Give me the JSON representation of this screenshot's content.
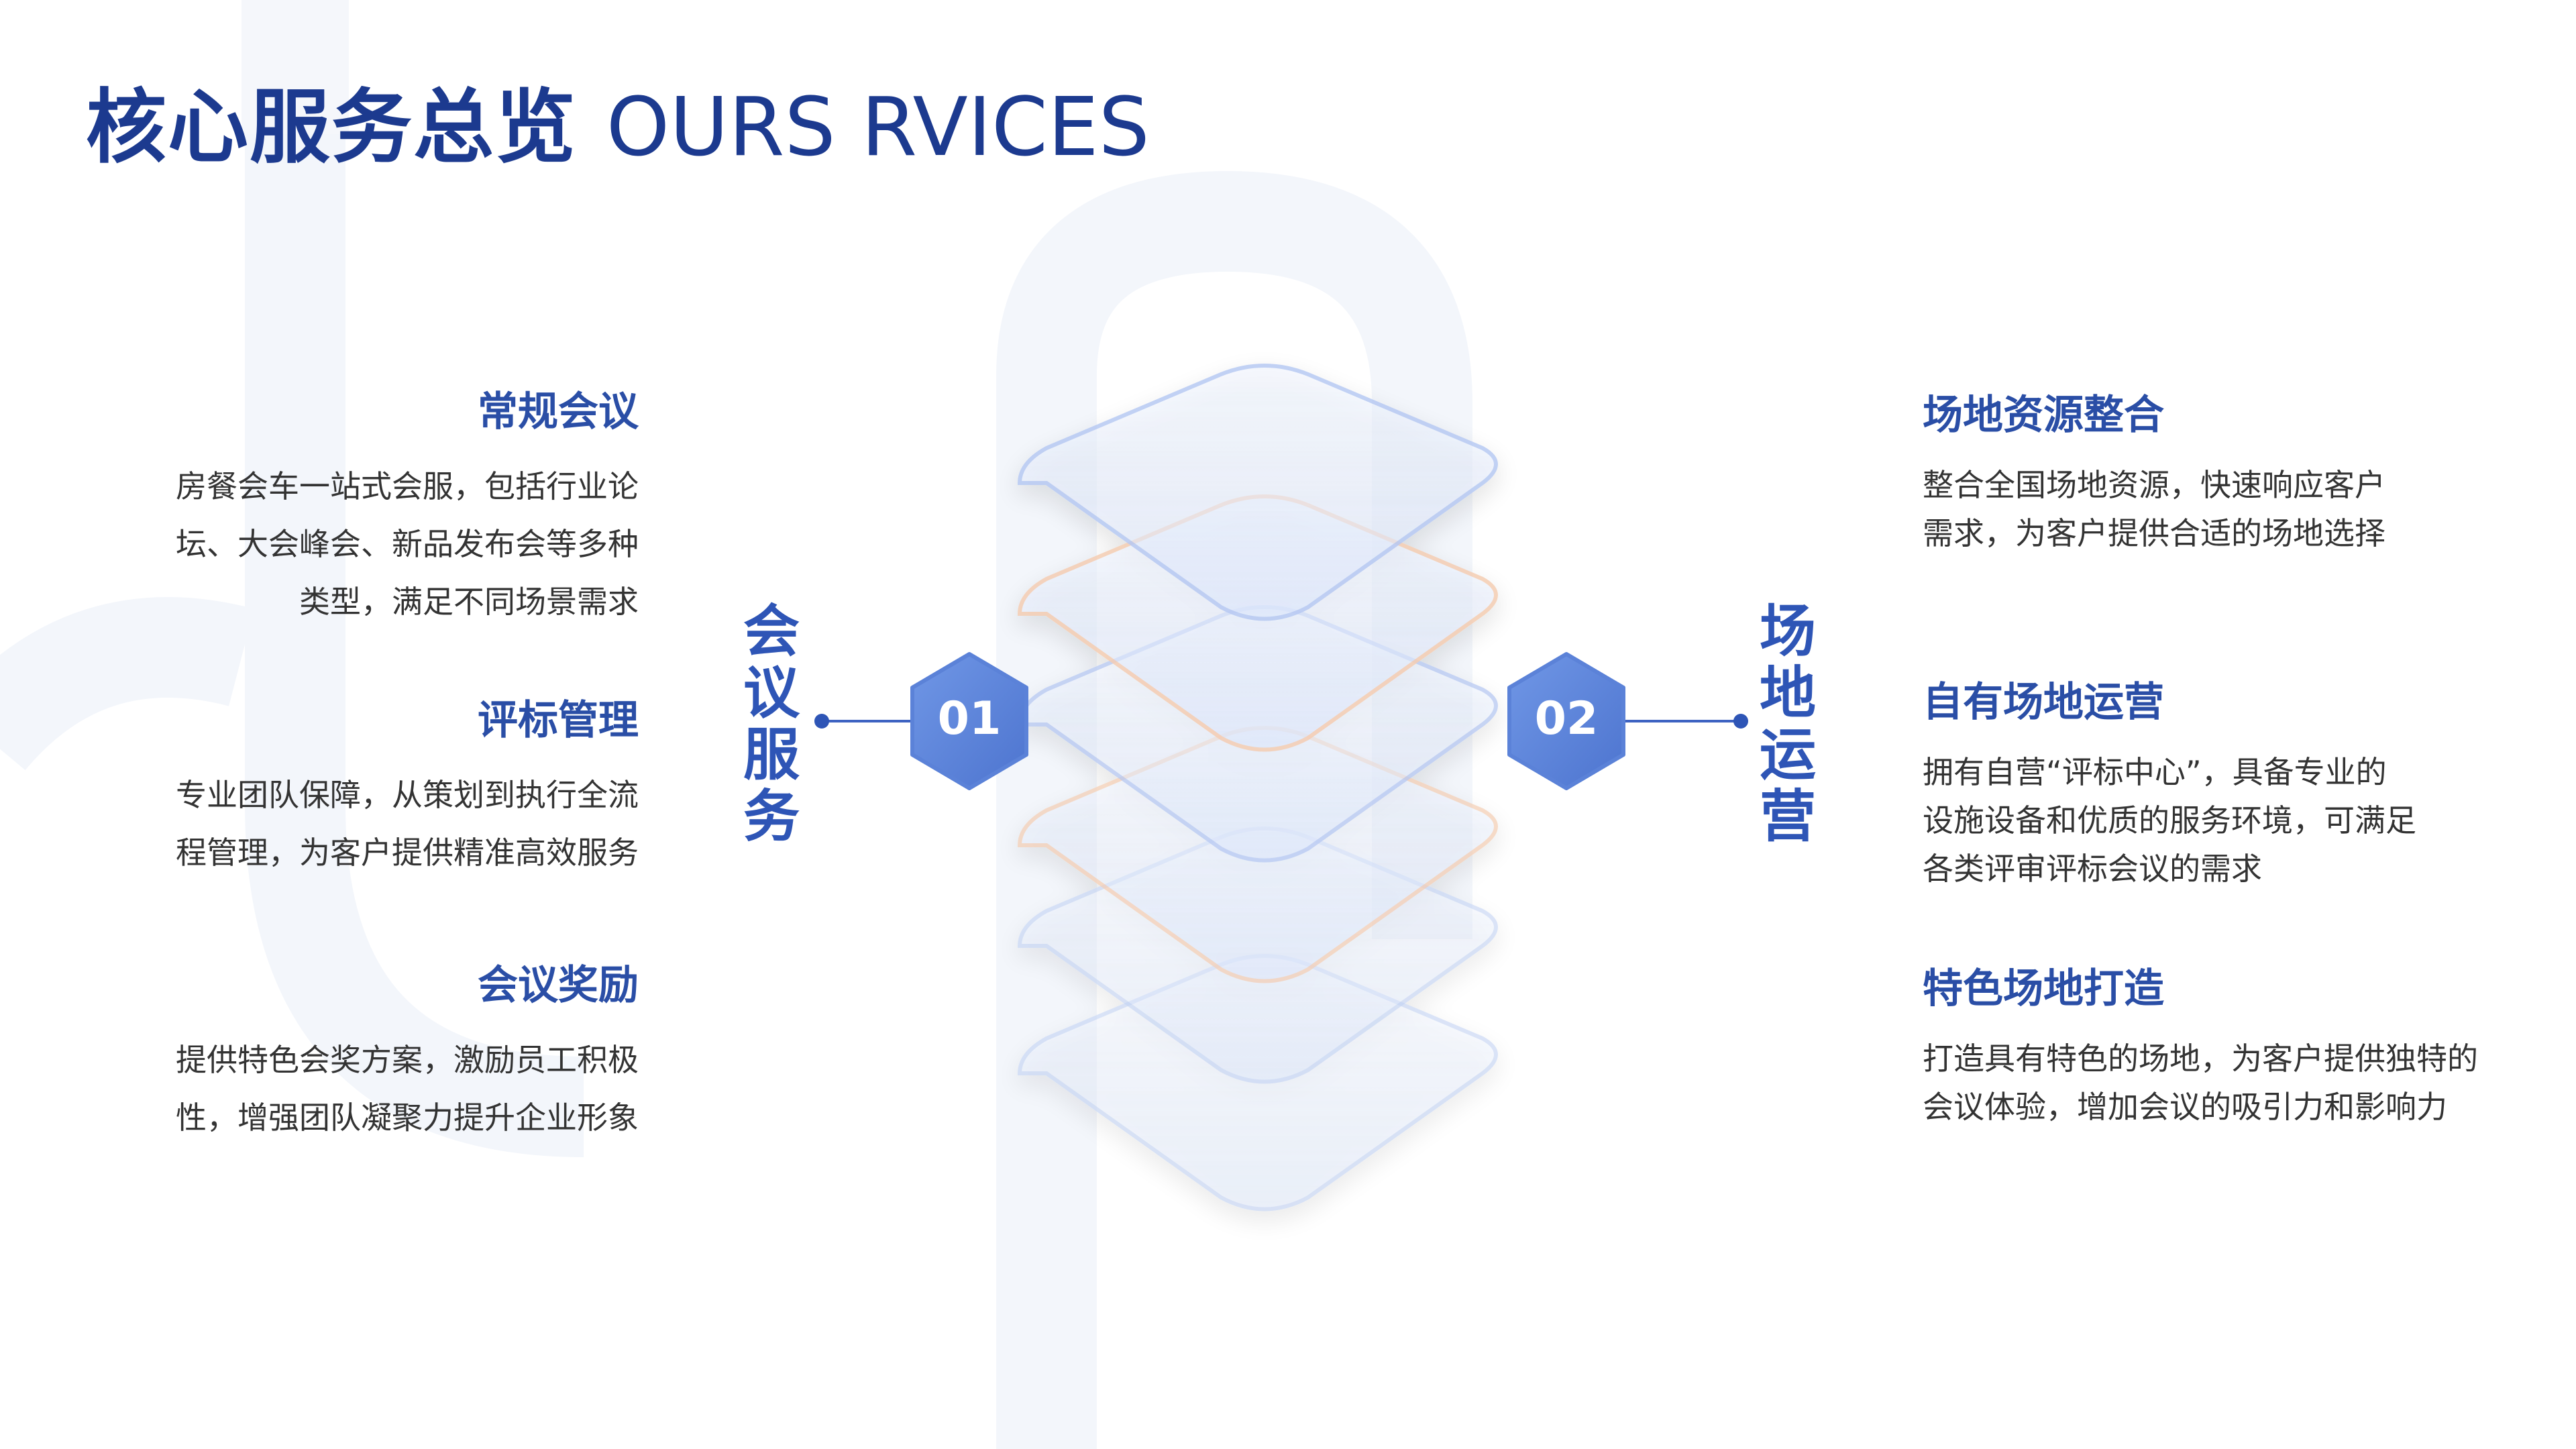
{
  "page": {
    "title_cn": "核心服务总览",
    "title_en": "OURS RVICES"
  },
  "center": {
    "left_label": "会议服务",
    "right_label": "场地运营",
    "left_number": "01",
    "right_number": "02"
  },
  "left_items": [
    {
      "heading": "常规会议",
      "lines": [
        "房餐会车一站式会服，包括行业论",
        "坛、大会峰会、新品发布会等多种",
        "类型，满足不同场景需求"
      ]
    },
    {
      "heading": "评标管理",
      "lines": [
        "专业团队保障，从策划到执行全流",
        "程管理，为客户提供精准高效服务"
      ]
    },
    {
      "heading": "会议奖励",
      "lines": [
        "提供特色会奖方案，激励员工积极",
        "性，增强团队凝聚力提升企业形象"
      ]
    }
  ],
  "right_items": [
    {
      "heading": "场地资源整合",
      "lines": [
        "整合全国场地资源，快速响应客户",
        "需求，为客户提供合适的场地选择"
      ]
    },
    {
      "heading": "自有场地运营",
      "lines": [
        "拥有自营“评标中心”，具备专业的",
        "设施设备和优质的服务环境，可满足",
        "各类评审评标会议的需求"
      ]
    },
    {
      "heading": "特色场地打造",
      "lines": [
        "打造具有特色的场地，为客户提供独特的",
        "会议体验，增加会议的吸引力和影响力"
      ]
    }
  ],
  "colors": {
    "title": "#1c3a8f",
    "accent": "#2e55b6",
    "hex_fill": "#5b82d8",
    "layer_fill": "#e8f0fd",
    "layer_edge_blue": "#b7c9f2",
    "layer_edge_orange": "#f4cdb3",
    "watermark": "#f3f6fb"
  }
}
